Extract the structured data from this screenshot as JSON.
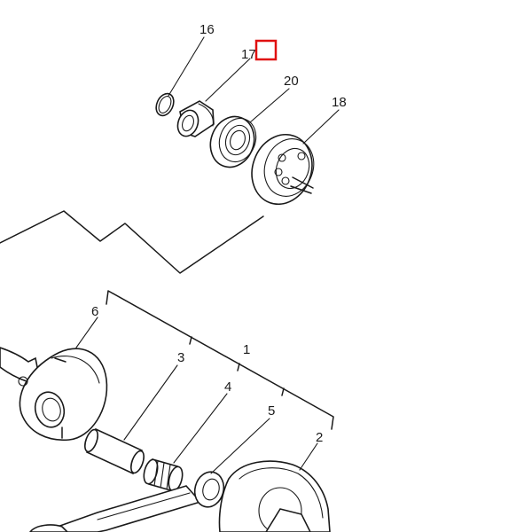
{
  "diagram": {
    "callouts": {
      "c16": "16",
      "c17": "17",
      "c20": "20",
      "c18": "18",
      "c6": "6",
      "c3": "3",
      "c1": "1",
      "c4": "4",
      "c5": "5",
      "c2": "2"
    },
    "highlight_color": "#e01010"
  }
}
